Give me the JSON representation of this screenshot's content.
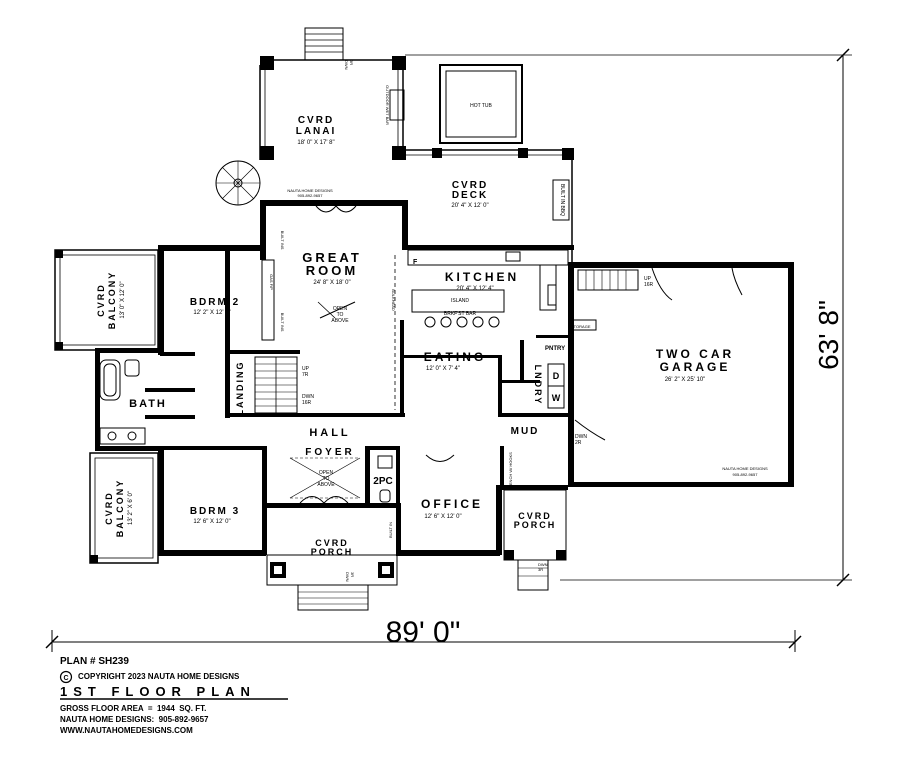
{
  "overall": {
    "width_dim": "89' 0\"",
    "depth_dim": "63' 8\""
  },
  "rooms": {
    "lanai": {
      "name1": "CVRD",
      "name2": "LANAI",
      "size": "18' 0\" X 17' 8\""
    },
    "deck": {
      "name1": "CVRD",
      "name2": "DECK",
      "size": "20' 4\" X 12' 0\""
    },
    "hot_tub": "HOT TUB",
    "built_in_bbq": "BUILT IN BBQ",
    "great_room": {
      "name1": "GREAT",
      "name2": "ROOM",
      "size": "24' 8\" X 18' 0\""
    },
    "kitchen": {
      "name": "KITCHEN",
      "size": "20' 4\" X 12' 4\""
    },
    "island": "ISLAND",
    "brkfst_bar": "BRKF'ST BAR",
    "eating": {
      "name": "EATING",
      "size": "12' 0\" X 7' 4\""
    },
    "bdrm2": {
      "name": "BDRM 2",
      "size": "12' 2\" X 12' 0\""
    },
    "bdrm3": {
      "name": "BDRM 3",
      "size": "12' 6\" X 12' 0\""
    },
    "balcony_top": {
      "name1": "CVRD",
      "name2": "BALCONY",
      "size": "13' 0\" X 12' 0\""
    },
    "balcony_bottom": {
      "name1": "CVRD",
      "name2": "BALCONY",
      "size": "13' 2\" X 6' 0\""
    },
    "bath": "BATH",
    "landing": "LANDING",
    "hall": "HALL",
    "foyer": "FOYER",
    "two_pc": "2PC",
    "office": {
      "name": "OFFICE",
      "size": "12' 6\" X 12' 0\""
    },
    "front_porch": {
      "name1": "CVRD",
      "name2": "PORCH"
    },
    "side_porch": {
      "name1": "CVRD",
      "name2": "PORCH"
    },
    "mud": "MUD",
    "lndry": "LNDRY",
    "pntry": "PNTRY",
    "storage": "STORAGE",
    "garage": {
      "name1": "TWO CAR",
      "name2": "GARAGE",
      "size": "26' 2\" X 25' 10\""
    },
    "dw": "D",
    "w": "W"
  },
  "notes": {
    "open_to_above": [
      "OPEN",
      "TO",
      "ABOVE"
    ],
    "bulkhead": "BULKHEAD",
    "gas_fp": "GAS F/P",
    "built_ins": "BUILT INS",
    "built_in": "BUILT IN",
    "bench_hooks": "BENCH W/ HOOKS",
    "up_7r": [
      "UP",
      "7R"
    ],
    "dwn_16r_stair": [
      "DWN",
      "16R"
    ],
    "up_16r": [
      "UP",
      "16R"
    ],
    "dwn_3r": [
      "DWN",
      "3R"
    ],
    "dwn_2r": [
      "DWN",
      "2R"
    ],
    "nauta_stamp_1": "NAUTA HOME DESIGNS",
    "nauta_stamp_2": "905-892-9657",
    "lanai_wet_bar": "OUTDOOR WET BAR",
    "f": "F"
  },
  "footer": {
    "plan_no": "PLAN # SH239",
    "copyright": "COPYRIGHT 2023 NAUTA HOME DESIGNS",
    "title": "1ST FLOOR PLAN",
    "gross_area": "GROSS FLOOR AREA  =  1944  SQ. FT.",
    "phone": "NAUTA HOME DESIGNS:  905-892-9657",
    "website": "WWW.NAUTAHOMEDESIGNS.COM"
  }
}
